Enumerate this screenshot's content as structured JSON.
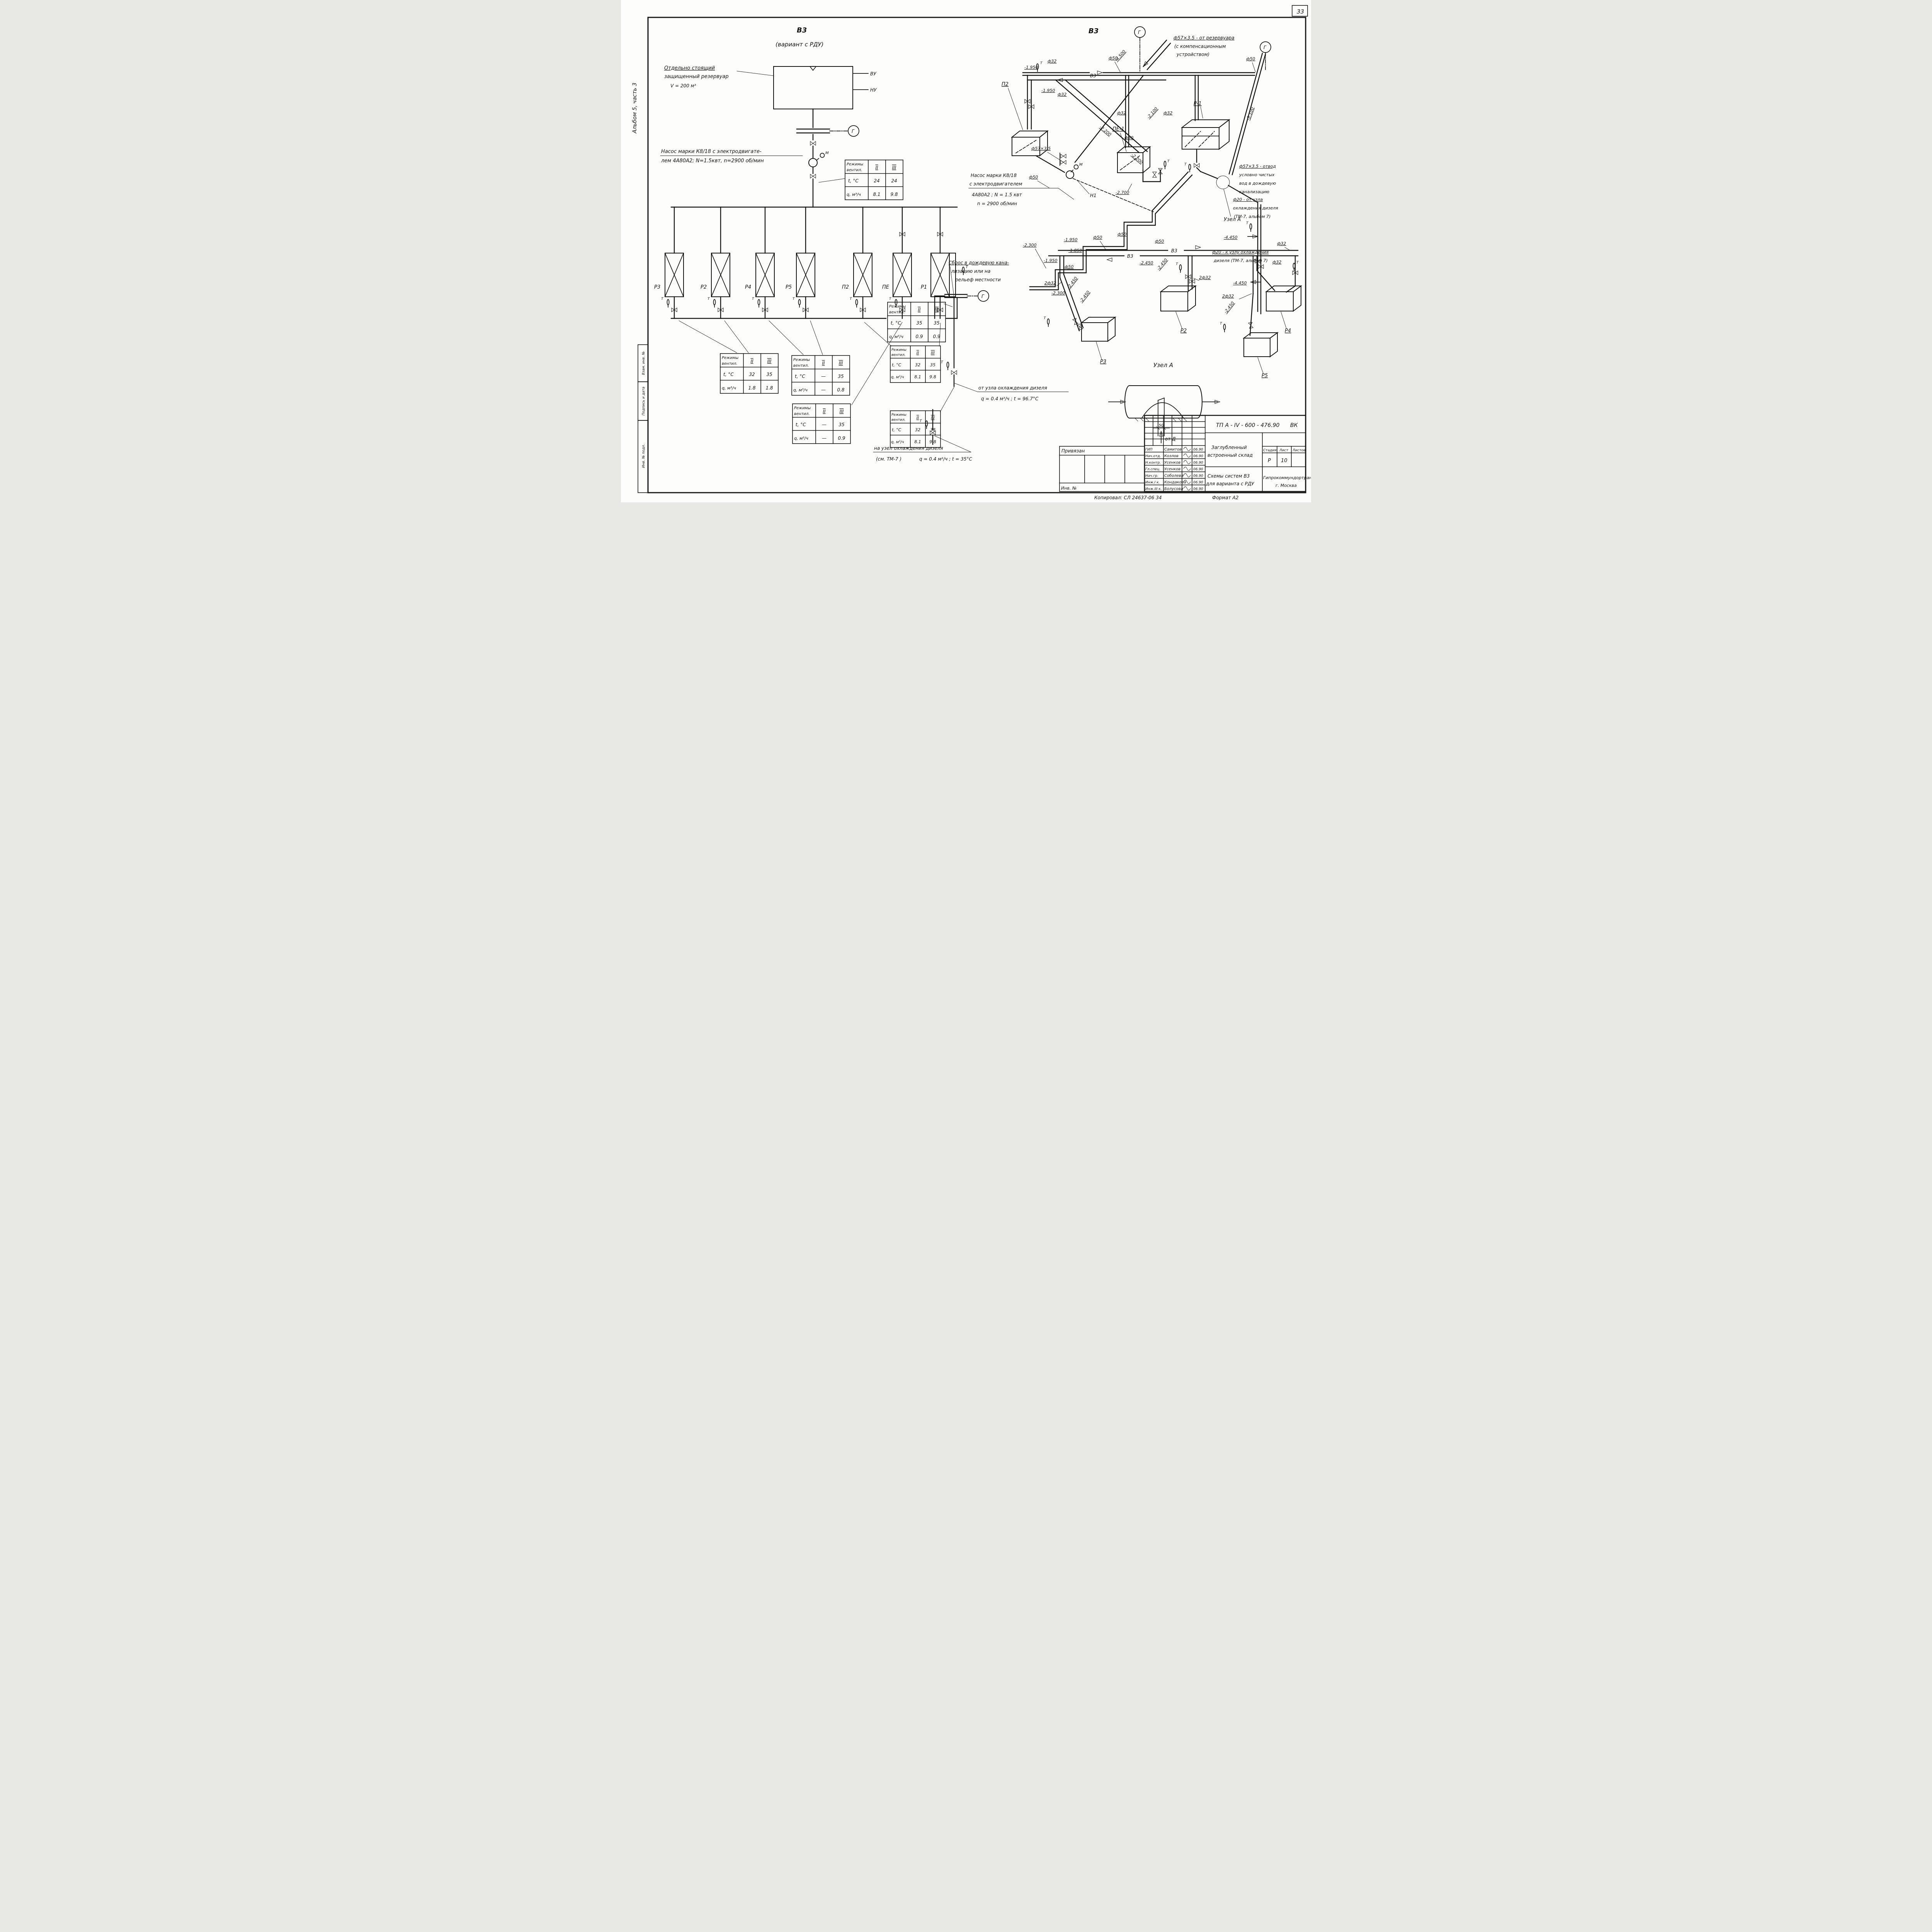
{
  "page": {
    "number": "33",
    "side_album": "Альбом 5, часть 3",
    "side_boxes": [
      "Взам. инв. №",
      "Подпись и дата",
      "Инв. № подл."
    ]
  },
  "pipe": {
    "f32": "ф32",
    "f50": "ф50",
    "f2x32": "2ф32",
    "v3": "В3",
    "t": "Т",
    "f57": "ф57×3.5",
    "e1850": "-1.850",
    "e1950": "-1.950",
    "e2100": "-2.100",
    "e2200": "-2.200",
    "e2300": "-2.300",
    "e2450": "-2.450",
    "e2700": "-2.700",
    "e3100": "-3.100",
    "e4450": "-4.450",
    "e4500": "-4.500"
  },
  "left": {
    "title": "В3",
    "subtitle": "(вариант с РДУ)",
    "res1": "Отдельно стоящий",
    "res2": "защищенный резервуар",
    "res3": "V = 200 м³",
    "vu": "ВУ",
    "nu": "НУ",
    "g": "Г",
    "m": "М",
    "pump1": "Насос марки К8/18 с электродвигате-",
    "pump2": "лем 4А80А2; N=1.5квт, n=2900 об/мин",
    "u_r3": "Р3",
    "u_r2": "Р2",
    "u_r4": "Р4",
    "u_r5": "Р5",
    "u_p2": "П2",
    "u_pe": "ПЕ",
    "u_r1": "Р1"
  },
  "middle": {
    "sbros1": "Сброс в дождевую кана-",
    "sbros2": "лизацию или на",
    "sbros3": "рельеф местности",
    "otuz1": "от узла охлаждения дизеля",
    "otuz2": "q = 0.4 м³/ч ;  t = 96.7°С",
    "nauz1": "на узел охлаждения дизеля",
    "nauz2": "(см. ТМ-7 )",
    "nauz3": "q = 0.4 м³/ч ;  t = 35°С"
  },
  "right": {
    "title": "В3",
    "g": "Г",
    "res1": "ф57×3.5 - от резервуара",
    "res2": "(с компенсационным",
    "res3": "устройством)",
    "p2": "П2",
    "pe1": "ПЕ-1",
    "r1": "Р-1",
    "r2": "Р2",
    "r3": "Р3",
    "r4": "Р4",
    "r5": "Р5",
    "otvod1": "ф57×3.5 - отвод",
    "otvod2": "условно чистых",
    "otvod3": "вод в дождевую",
    "otvod4": "канализацию",
    "uzel": "Узел А",
    "pump1": "Насос марки К8/18",
    "pump2": "с электродвигателем",
    "pump3": "4А80А2 ;  N = 1.5 квт",
    "pump4": "n = 2900 об/мин",
    "n1": "Н1",
    "m": "М",
    "f20ot1": "ф20 - от узла",
    "f20ot2": "охлаждения дизеля",
    "f20ot3": "(ТМ-7, альбом 7)",
    "f20k1": "ф20 -  к узлу охлаждения",
    "f20k2": "дизеля (ТМ-7, альбом 7)",
    "uzel_detail": "Узел А",
    "dim50": "50",
    "otd": "от Д"
  },
  "tbl": {
    "h1": "Режимы",
    "h2": "вентил.",
    "c2": "II",
    "c3": "III",
    "rt": "t, °C",
    "rq": "q, м³/ч",
    "v": [
      [
        "24",
        "24",
        "8.1",
        "9.8"
      ],
      [
        "35",
        "35",
        "0.9",
        "0.9"
      ],
      [
        "32",
        "35",
        "1.8",
        "1.8"
      ],
      [
        "—",
        "35",
        "—",
        "0.8"
      ],
      [
        "—",
        "35",
        "—",
        "0.9"
      ],
      [
        "32",
        "35",
        "8.1",
        "9.8"
      ],
      [
        "32",
        "38",
        "8.1",
        "9.8"
      ]
    ]
  },
  "titleblock": {
    "doc": "ТП  А - IV - 600 - 476.90",
    "vk": "ВК",
    "attach": "Привязан",
    "inv": "Инв. №",
    "rows": [
      {
        "role": "ГИП",
        "name": "Самитов",
        "date": "06.90"
      },
      {
        "role": "Нач.отд.",
        "name": "Козлов",
        "date": "06.90"
      },
      {
        "role": "Н.контр.",
        "name": "Усенков",
        "date": "06.90"
      },
      {
        "role": "Гл.спец.",
        "name": "Усенков",
        "date": "06.90"
      },
      {
        "role": "Нач.гр.",
        "name": "Соболева",
        "date": "06.90"
      },
      {
        "role": "Инж.I к.",
        "name": "Кондакова",
        "date": "06.90"
      },
      {
        "role": "Инж.III к.",
        "name": "Болусова",
        "date": "06.90"
      }
    ],
    "object_l1": "Заглубленный",
    "object_l2": "встроенный склад",
    "sheet_l1": "Схемы систем В3",
    "sheet_l2": "для варианта с РДУ",
    "stage_h": "Стадия",
    "list_h": "Лист",
    "lists_h": "Листов",
    "stage": "Р",
    "list": "10",
    "org_l1": "Гипрокоммундортранс",
    "org_l2": "г. Москва",
    "copied": "Копировал: СЛ 24637-06  34",
    "format": "Формат А2"
  }
}
